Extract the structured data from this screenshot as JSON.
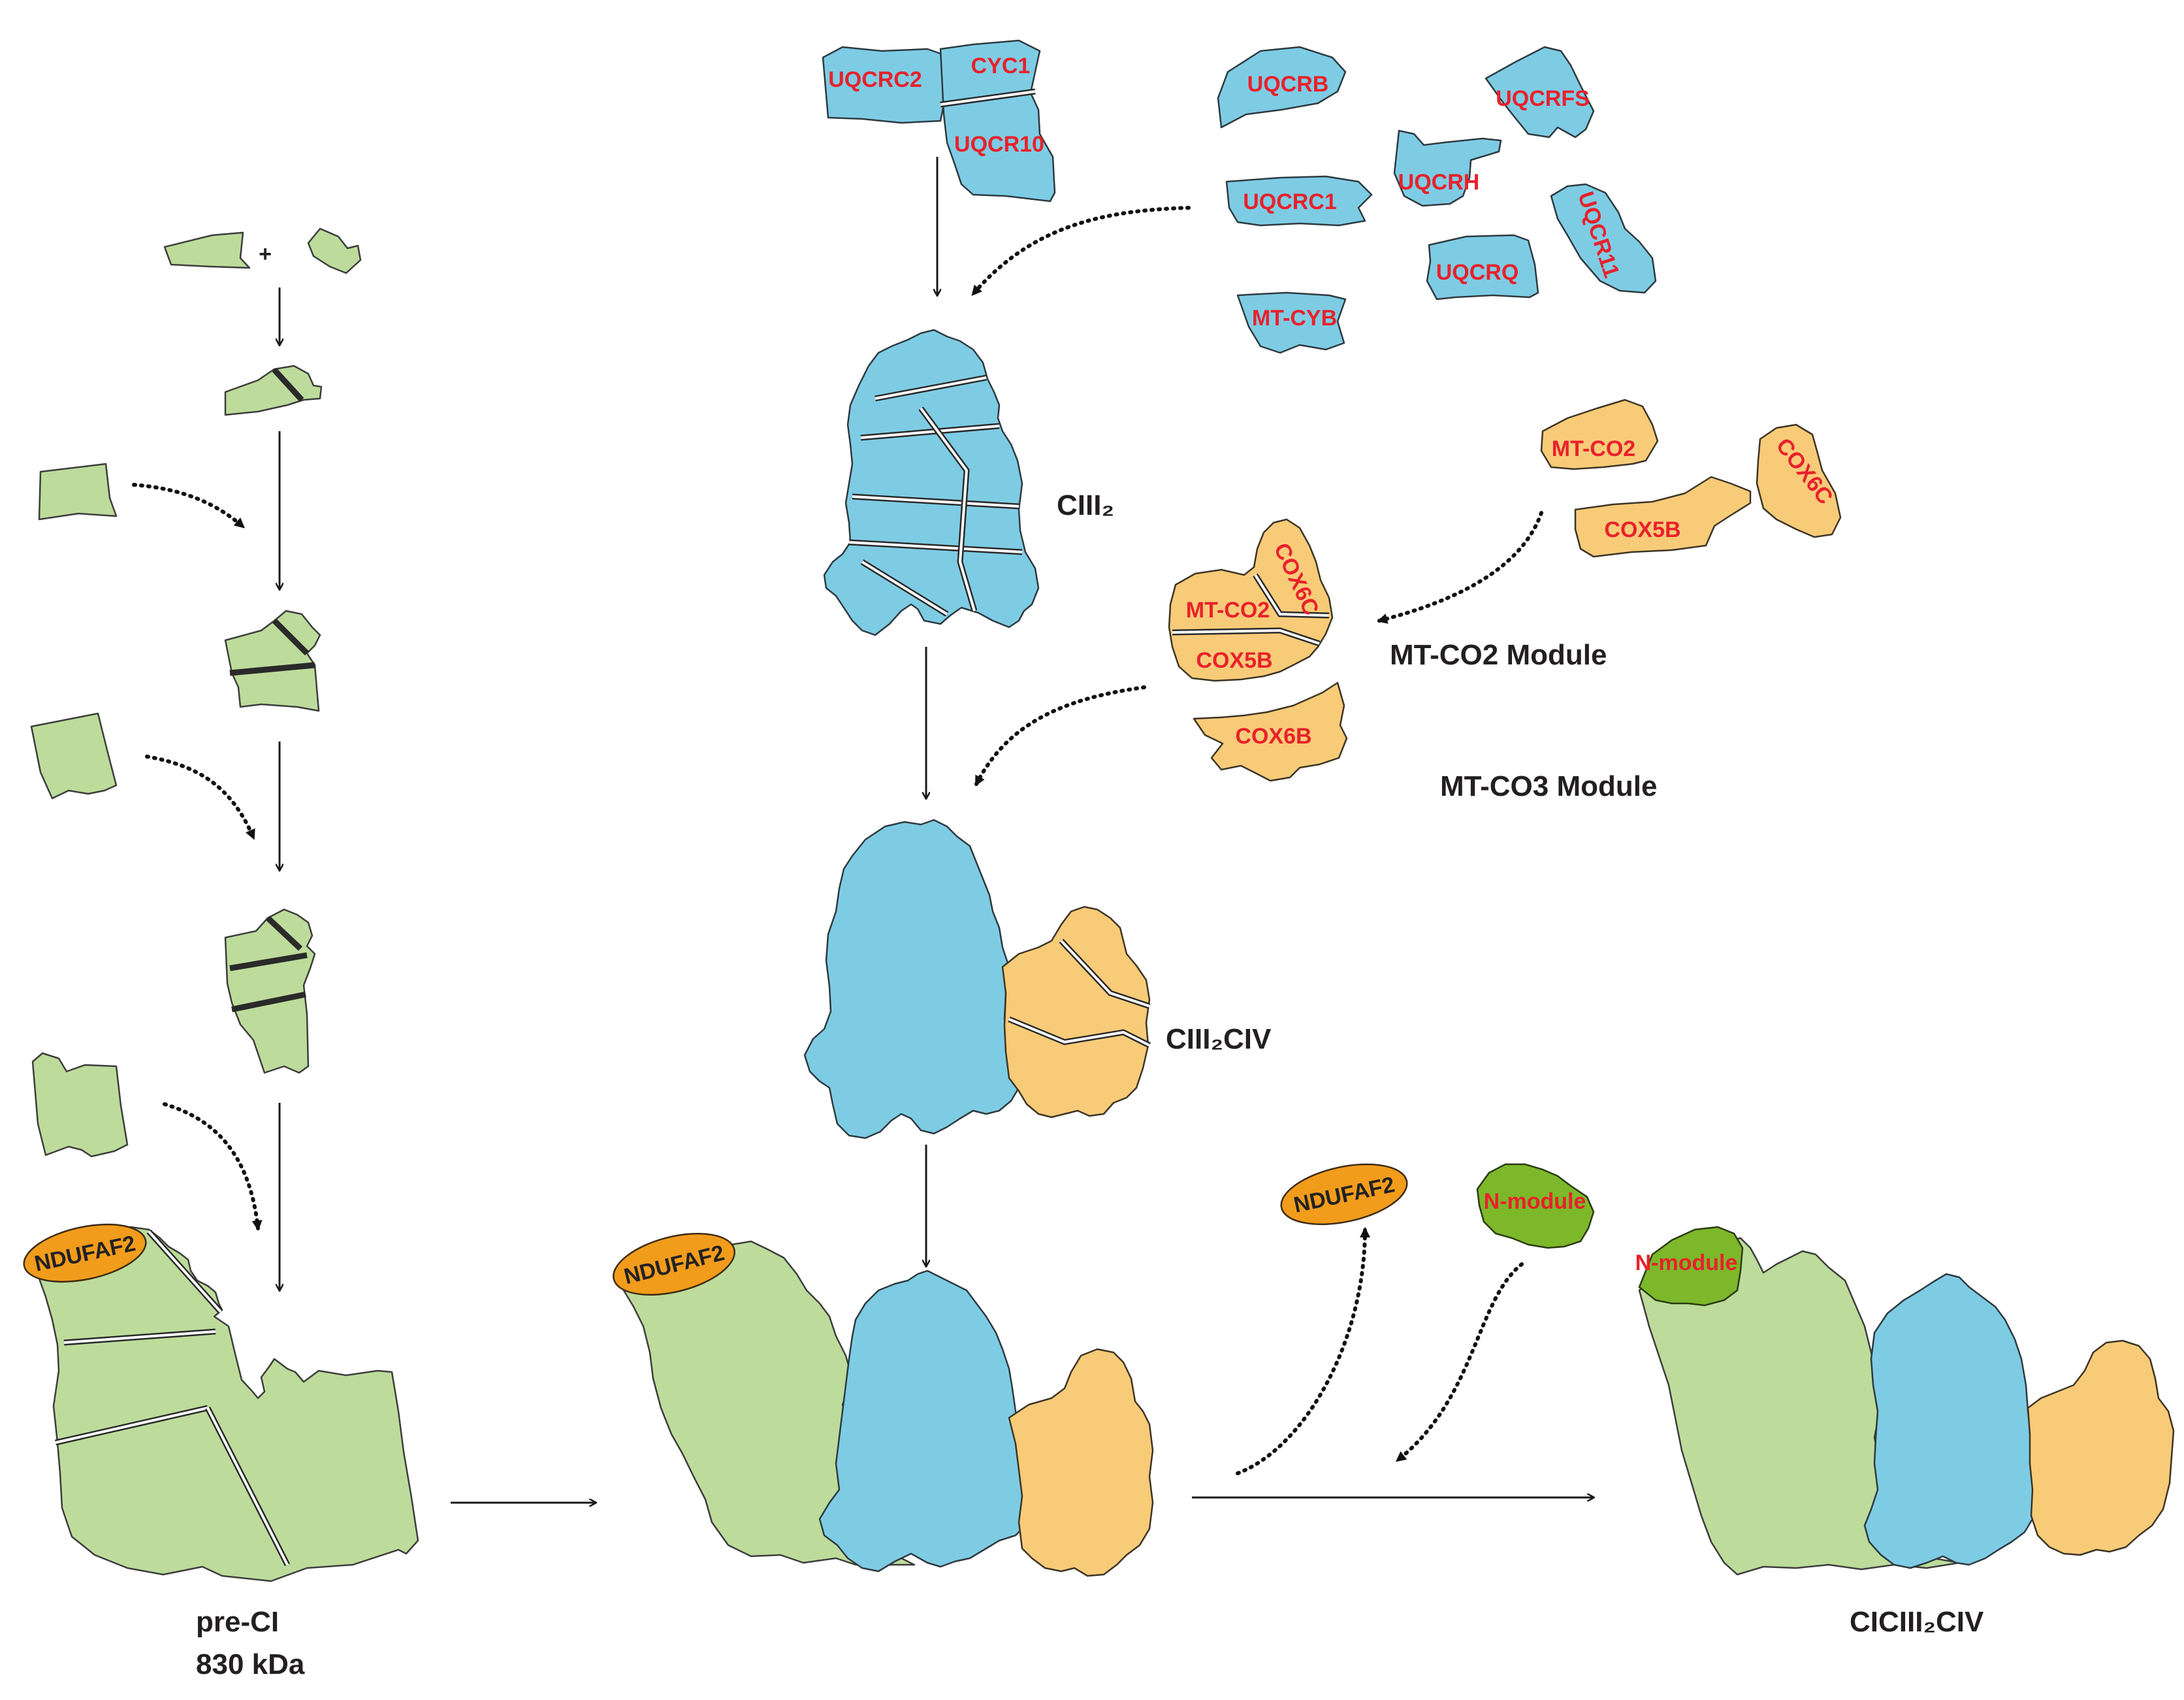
{
  "colors": {
    "complex_I": "#bddc9b",
    "complex_III": "#7ecce4",
    "complex_IV": "#f8cb78",
    "ndufaf2": "#f29c1c",
    "n_module": "#7cb82a",
    "subunit_label": "#e8212b"
  },
  "plus_sign": "+",
  "complex_III_subunits": [
    "UQCRC2",
    "CYC1",
    "UQCR10",
    "UQCRB",
    "UQCRFS",
    "UQCRC1",
    "UQCRH",
    "UQCR11",
    "UQCRQ",
    "MT-CYB"
  ],
  "complex_IV_subunits": [
    "MT-CO2",
    "COX6C",
    "COX5B",
    "COX6B"
  ],
  "labels": {
    "ciii2": "CIII₂",
    "mt_co2_module": "MT-CO2 Module",
    "mt_co3_module": "MT-CO3 Module",
    "ciii2civ": "CIII₂CIV",
    "pre_ci": "pre-CI",
    "pre_ci_mass": "830 kDa",
    "ndufaf2": "NDUFAF2",
    "n_module": "N-module",
    "final": "CICIII₂CIV"
  }
}
